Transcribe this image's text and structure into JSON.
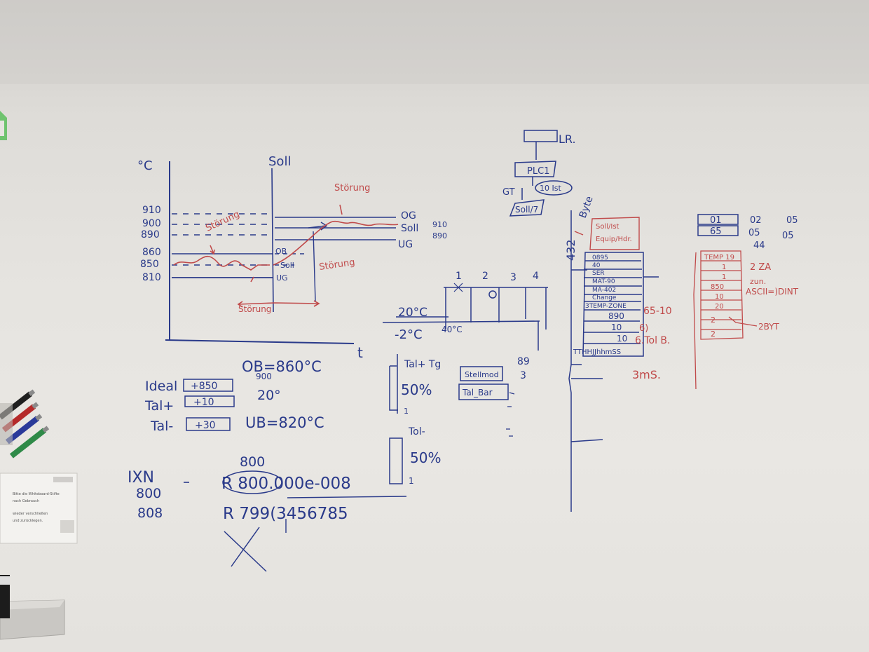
{
  "chart": {
    "y_unit": "°C",
    "x_label": "t",
    "soll_label": "Soll",
    "yticks": [
      "910",
      "900",
      "890",
      "860",
      "850",
      "810"
    ],
    "right_labels": [
      "OG",
      "Soll",
      "UG"
    ],
    "right_values": [
      "910",
      "890"
    ],
    "mid_labels": [
      "OB",
      "Soll",
      "UG"
    ],
    "stoerung": "Störung"
  },
  "params": {
    "row1_label": "Ideal",
    "row1_value": "+850",
    "row2_label": "Tal+",
    "row2_value": "+10",
    "row3_label": "Tal-",
    "row3_value": "+30",
    "ob": "OB=860°C",
    "ub": "UB=820°C",
    "small_900": "900",
    "twenty": "20°"
  },
  "math": {
    "ixn": "IXN",
    "n800a": "800",
    "n800b": "808",
    "top800": "800",
    "r800": "R 800.000e-008",
    "r799": "R 799(3456785"
  },
  "bars": {
    "tal_plus": "Tal+ Tg",
    "pct1": "50%",
    "tol": "Tol-",
    "pct2": "50%",
    "one": "1",
    "one2": "1"
  },
  "grid": {
    "cols": [
      "1",
      "2",
      "3",
      "4"
    ],
    "t1": "20°C",
    "t2": "-2°C",
    "t3": "40°C"
  },
  "small_boxes": {
    "stellmod": "Stellmod",
    "tal_bar": "Tal_Bar",
    "n89": "89",
    "n3": "3"
  },
  "tree": {
    "top": "LR.",
    "plc": "PLC1",
    "gt": "GT",
    "ist": "10 Ist",
    "soll": "Soll/7"
  },
  "stack": {
    "side": "432",
    "side2": "Byte",
    "header": "Soll/Ist",
    "header2": "Equip/Hdr.",
    "rows": [
      "0895",
      "40",
      "SER",
      "MAT-90",
      "MA-402",
      "Change",
      "3TEMP-ZONE",
      "890",
      "10",
      "10",
      "TTHHJJhhmSS"
    ],
    "right_notes": [
      "65-10",
      "6)",
      "6.Tol B."
    ],
    "bottom_note": "3mS."
  },
  "right_table": {
    "top_row1": [
      "01",
      "02",
      "05"
    ],
    "top_row2": [
      "65",
      "05",
      "05"
    ],
    "n44": "44",
    "stack": [
      "TEMP 19",
      "1",
      "1",
      "850",
      "10",
      "20",
      "2",
      "2"
    ],
    "notes": [
      "2 ZA",
      "zun.",
      "ASCII=)DINT",
      "2BYT"
    ]
  },
  "notice": {
    "lines": [
      "Bitte die Whiteboard-Stifte",
      "nach Gebrauch",
      "wieder verschließen",
      "und zurücklegen."
    ]
  }
}
